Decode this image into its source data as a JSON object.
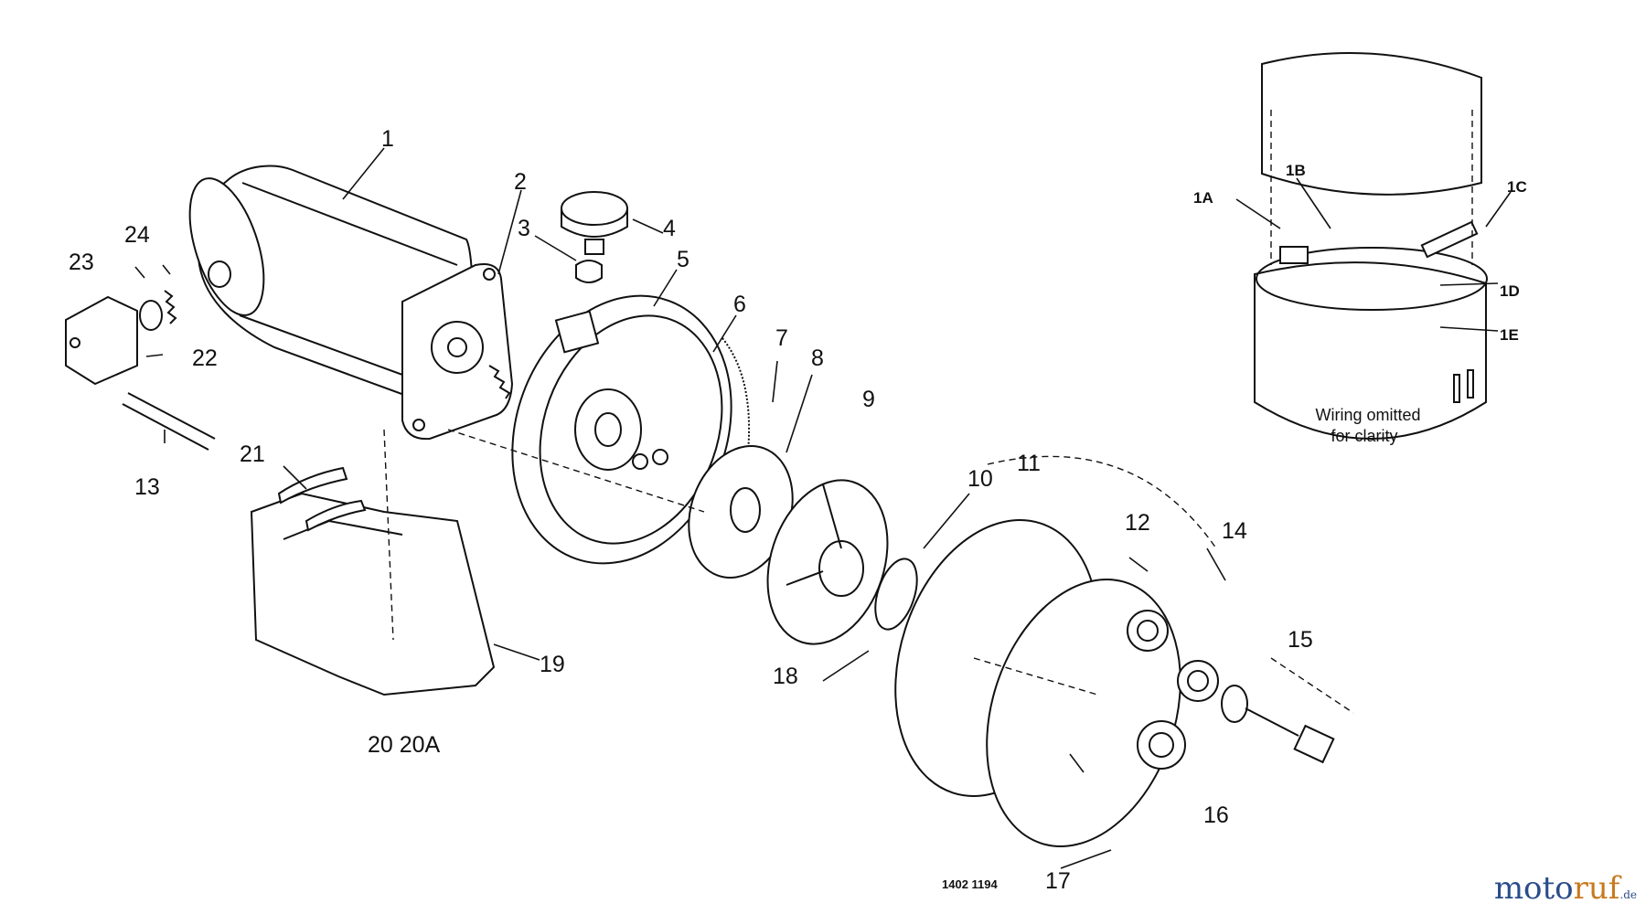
{
  "callouts": {
    "c1": "1",
    "c2": "2",
    "c3": "3",
    "c4": "4",
    "c5": "5",
    "c6": "6",
    "c7": "7",
    "c8": "8",
    "c9": "9",
    "c10": "10",
    "c11": "11",
    "c12": "12",
    "c13": "13",
    "c14": "14",
    "c15": "15",
    "c16": "16",
    "c17": "17",
    "c18": "18",
    "c19": "19",
    "c20": "20 20A",
    "c21": "21",
    "c22": "22",
    "c23": "23",
    "c24": "24",
    "c1a": "1A",
    "c1b": "1B",
    "c1c": "1C",
    "c1d": "1D",
    "c1e": "1E"
  },
  "inset_note_line1": "Wiring omitted",
  "inset_note_line2": "for clarity",
  "drawing_number": "1402 1194",
  "watermark": {
    "moto": "moto",
    "ruf": "ruf",
    "de": ".de"
  }
}
